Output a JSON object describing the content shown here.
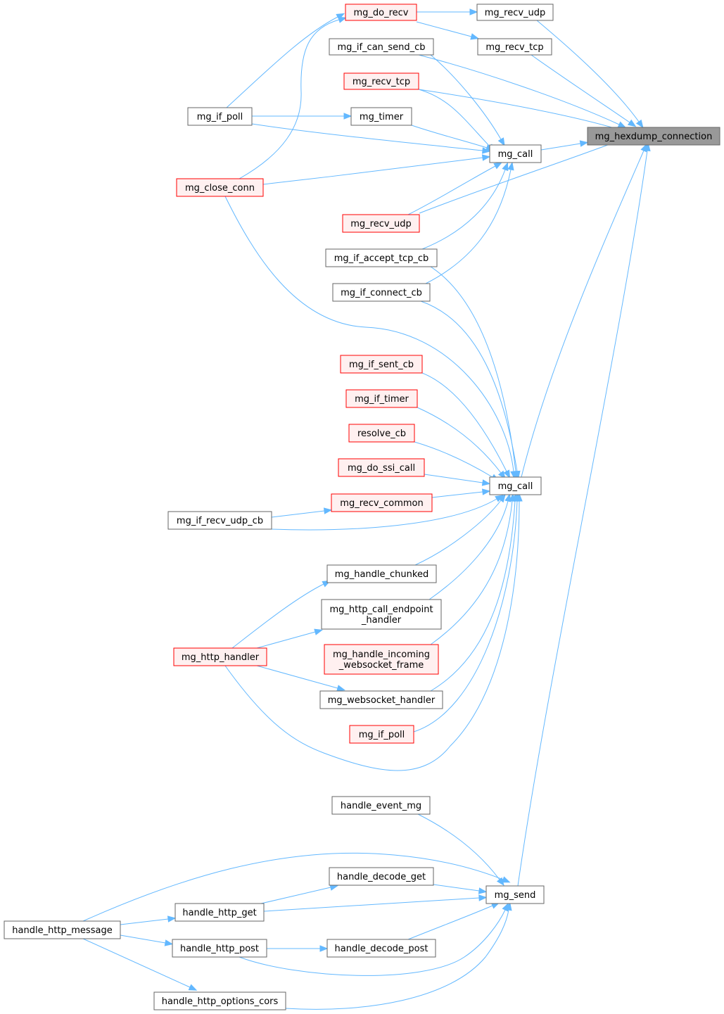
{
  "nodes": [
    {
      "id": "root",
      "label": "mg_hexdump_connection",
      "style": "root"
    },
    {
      "id": "do_recv",
      "label": "mg_do_recv",
      "style": "red"
    },
    {
      "id": "recv_udp_a",
      "label": "mg_recv_udp",
      "style": "normal"
    },
    {
      "id": "if_can_send_cb",
      "label": "mg_if_can_send_cb",
      "style": "normal"
    },
    {
      "id": "recv_tcp_a",
      "label": "mg_recv_tcp",
      "style": "normal"
    },
    {
      "id": "recv_tcp_b",
      "label": "mg_recv_tcp",
      "style": "red"
    },
    {
      "id": "if_poll_a",
      "label": "mg_if_poll",
      "style": "normal"
    },
    {
      "id": "timer",
      "label": "mg_timer",
      "style": "normal"
    },
    {
      "id": "call_a",
      "label": "mg_call",
      "style": "normal"
    },
    {
      "id": "close_conn",
      "label": "mg_close_conn",
      "style": "red"
    },
    {
      "id": "recv_udp_b",
      "label": "mg_recv_udp",
      "style": "red"
    },
    {
      "id": "accept_tcp_cb",
      "label": "mg_if_accept_tcp_cb",
      "style": "normal"
    },
    {
      "id": "connect_cb",
      "label": "mg_if_connect_cb",
      "style": "normal"
    },
    {
      "id": "sent_cb",
      "label": "mg_if_sent_cb",
      "style": "red"
    },
    {
      "id": "if_timer",
      "label": "mg_if_timer",
      "style": "red"
    },
    {
      "id": "resolve_cb",
      "label": "resolve_cb",
      "style": "red"
    },
    {
      "id": "do_ssi_call",
      "label": "mg_do_ssi_call",
      "style": "red"
    },
    {
      "id": "call_b",
      "label": "mg_call",
      "style": "normal"
    },
    {
      "id": "recv_common",
      "label": "mg_recv_common",
      "style": "red"
    },
    {
      "id": "recv_udp_cb",
      "label": "mg_if_recv_udp_cb",
      "style": "normal"
    },
    {
      "id": "handle_chunked",
      "label": "mg_handle_chunked",
      "style": "normal"
    },
    {
      "id": "http_call_endpoint",
      "label": "mg_http_call_endpoint\n_handler",
      "style": "normal"
    },
    {
      "id": "http_handler",
      "label": "mg_http_handler",
      "style": "red"
    },
    {
      "id": "handle_incoming_ws",
      "label": "mg_handle_incoming\n_websocket_frame",
      "style": "red"
    },
    {
      "id": "websocket_handler",
      "label": "mg_websocket_handler",
      "style": "normal"
    },
    {
      "id": "if_poll_b",
      "label": "mg_if_poll",
      "style": "red"
    },
    {
      "id": "handle_event_mg",
      "label": "handle_event_mg",
      "style": "normal"
    },
    {
      "id": "handle_decode_get",
      "label": "handle_decode_get",
      "style": "normal"
    },
    {
      "id": "mg_send",
      "label": "mg_send",
      "style": "normal"
    },
    {
      "id": "handle_http_get",
      "label": "handle_http_get",
      "style": "normal"
    },
    {
      "id": "handle_http_message",
      "label": "handle_http_message",
      "style": "normal"
    },
    {
      "id": "handle_http_post",
      "label": "handle_http_post",
      "style": "normal"
    },
    {
      "id": "handle_decode_post",
      "label": "handle_decode_post",
      "style": "normal"
    },
    {
      "id": "options_cors",
      "label": "handle_http_options_cors",
      "style": "normal"
    }
  ],
  "edges": [
    [
      "do_recv",
      "recv_udp_a"
    ],
    [
      "do_recv",
      "recv_tcp_a"
    ],
    [
      "recv_udp_a",
      "root"
    ],
    [
      "recv_tcp_a",
      "root"
    ],
    [
      "if_can_send_cb",
      "root"
    ],
    [
      "recv_tcp_b",
      "root"
    ],
    [
      "call_a",
      "root"
    ],
    [
      "recv_udp_b",
      "root"
    ],
    [
      "call_b",
      "root"
    ],
    [
      "mg_send",
      "root"
    ],
    [
      "if_poll_a",
      "do_recv"
    ],
    [
      "close_conn",
      "do_recv"
    ],
    [
      "if_poll_a",
      "timer"
    ],
    [
      "if_poll_a",
      "call_a"
    ],
    [
      "if_can_send_cb",
      "call_a"
    ],
    [
      "recv_tcp_b",
      "call_a"
    ],
    [
      "timer",
      "call_a"
    ],
    [
      "close_conn",
      "call_a"
    ],
    [
      "recv_udp_b",
      "call_a"
    ],
    [
      "accept_tcp_cb",
      "call_a"
    ],
    [
      "connect_cb",
      "call_a"
    ],
    [
      "close_conn",
      "call_b"
    ],
    [
      "accept_tcp_cb",
      "call_b"
    ],
    [
      "connect_cb",
      "call_b"
    ],
    [
      "sent_cb",
      "call_b"
    ],
    [
      "if_timer",
      "call_b"
    ],
    [
      "resolve_cb",
      "call_b"
    ],
    [
      "do_ssi_call",
      "call_b"
    ],
    [
      "recv_common",
      "call_b"
    ],
    [
      "recv_udp_cb",
      "call_b"
    ],
    [
      "recv_udp_cb",
      "recv_common"
    ],
    [
      "handle_chunked",
      "call_b"
    ],
    [
      "http_call_endpoint",
      "call_b"
    ],
    [
      "handle_incoming_ws",
      "call_b"
    ],
    [
      "websocket_handler",
      "call_b"
    ],
    [
      "if_poll_b",
      "call_b"
    ],
    [
      "http_handler",
      "call_b"
    ],
    [
      "http_handler",
      "handle_chunked"
    ],
    [
      "http_handler",
      "http_call_endpoint"
    ],
    [
      "http_handler",
      "websocket_handler"
    ],
    [
      "handle_event_mg",
      "mg_send"
    ],
    [
      "handle_decode_get",
      "mg_send"
    ],
    [
      "handle_http_get",
      "mg_send"
    ],
    [
      "handle_http_message",
      "mg_send"
    ],
    [
      "handle_decode_post",
      "mg_send"
    ],
    [
      "handle_http_post",
      "mg_send"
    ],
    [
      "options_cors",
      "mg_send"
    ],
    [
      "handle_http_get",
      "handle_decode_get"
    ],
    [
      "handle_http_post",
      "handle_decode_post"
    ],
    [
      "handle_http_message",
      "handle_http_get"
    ],
    [
      "handle_http_message",
      "handle_http_post"
    ],
    [
      "handle_http_message",
      "options_cors"
    ]
  ]
}
